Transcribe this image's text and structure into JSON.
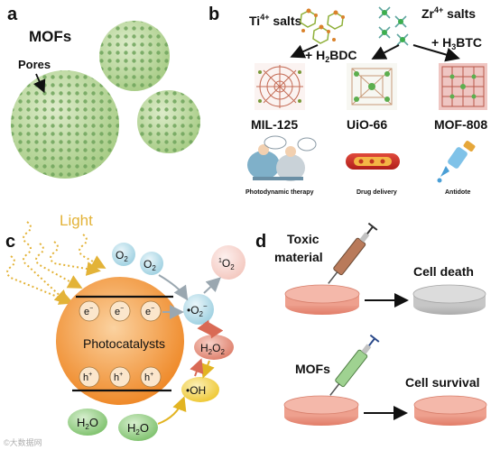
{
  "panels": {
    "a": {
      "letter": "a",
      "title": "MOFs",
      "pores_label": "Pores"
    },
    "b": {
      "letter": "b",
      "ti_salts": "Ti",
      "ti_charge": "4+",
      "ti_suffix": " salts",
      "zr_salts": "Zr",
      "zr_charge": "4+",
      "zr_suffix": " salts",
      "h2bdc_pre": "+ H",
      "h2bdc_sub": "2",
      "h2bdc_post": "BDC",
      "h3btc_pre": "+ H",
      "h3btc_sub": "3",
      "h3btc_post": "BTC",
      "mof1": "MIL-125",
      "mof2": "UiO-66",
      "mof3": "MOF-808",
      "app1": "Photodynamic therapy",
      "app2": "Drug delivery",
      "app3": "Antidote"
    },
    "c": {
      "letter": "c",
      "light": "Light",
      "photocatalyst": "Photocatalysts",
      "electron": "e",
      "electron_charge": "−",
      "hole": "h",
      "hole_charge": "+",
      "o2": "O",
      "o2_sub": "2",
      "singlet_sup": "1",
      "singlet": "O",
      "singlet_sub": "2",
      "superoxide": "•O",
      "superoxide_sub": "2",
      "superoxide_sup": "−",
      "h2o2_a": "H",
      "h2o2_sub1": "2",
      "h2o2_b": "O",
      "h2o2_sub2": "2",
      "oh": "•OH",
      "h2o_a": "H",
      "h2o_sub": "2",
      "h2o_b": "O"
    },
    "d": {
      "letter": "d",
      "toxic_line1": "Toxic",
      "toxic_line2": "material",
      "cell_death": "Cell death",
      "mofs": "MOFs",
      "cell_survival": "Cell survival"
    }
  },
  "watermark": "©大数据网",
  "colors": {
    "mof_green": "#bfd9a3",
    "pore_green": "#6fa45c",
    "catalyst_orange": "#f19b3c",
    "o2_blue": "#bfe0ea",
    "h2o_green": "#9fd291",
    "h2o2_red": "#e58a78",
    "oh_yellow": "#f3d14e",
    "dish_red": "#e88b78",
    "dish_grey": "#bdbdbd"
  }
}
